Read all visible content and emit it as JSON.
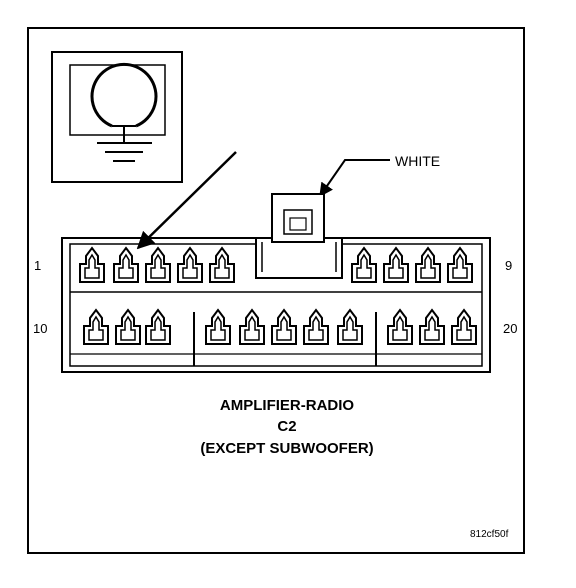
{
  "diagram": {
    "wire_color_callout": "WHITE",
    "pin_start_row1": "1",
    "pin_end_row1": "9",
    "pin_start_row2": "10",
    "pin_end_row2": "20",
    "title_line1": "AMPLIFIER-RADIO",
    "title_line2": "C2",
    "title_line3": "(EXCEPT SUBWOOFER)",
    "figure_code": "812cf50f",
    "ground_symbol": "ground-icon",
    "row1_cavities": 9,
    "row2_cavities": 11
  },
  "colors": {
    "line": "#000000",
    "background": "#ffffff"
  }
}
